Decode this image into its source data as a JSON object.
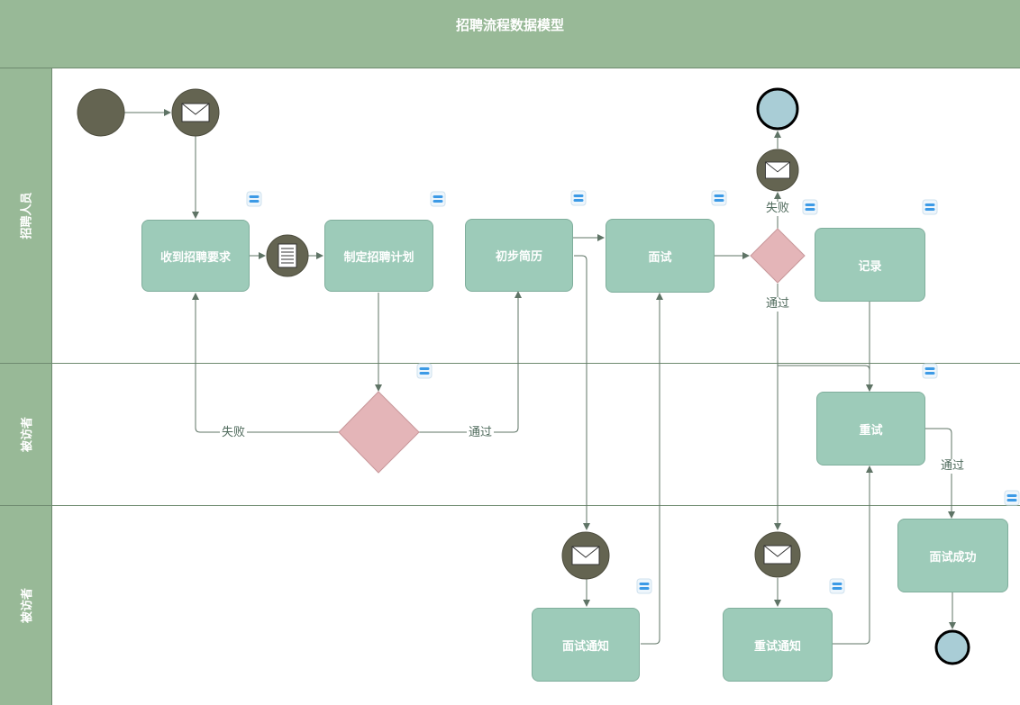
{
  "title": "招聘流程数据模型",
  "lanes": [
    {
      "label": "招聘人员"
    },
    {
      "label": "被访者"
    },
    {
      "label": "被访者"
    }
  ],
  "tasks": {
    "receive": "收到招聘要求",
    "plan": "制定招聘计划",
    "screen": "初步简历",
    "interview": "面试",
    "record": "记录",
    "retry": "重试",
    "notice": "面试通知",
    "retry_notice": "重试通知",
    "success": "面试成功"
  },
  "edge_labels": {
    "fail_top": "失败",
    "pass_top": "通过",
    "fail_mid": "失败",
    "pass_mid": "通过",
    "pass_retry": "通过"
  },
  "colors": {
    "header": "#98b997",
    "task_fill": "#9dcbb9",
    "gateway_fill": "#e4b5b8",
    "event_fill": "#646451",
    "end_fill": "#a9cdd6",
    "line": "#5f7466"
  },
  "icons": [
    "envelope-icon",
    "document-icon",
    "data-object-icon"
  ]
}
